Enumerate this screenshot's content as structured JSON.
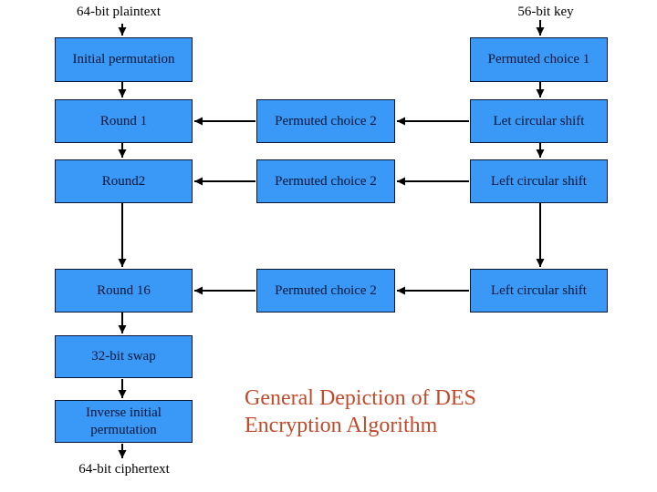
{
  "diagram": {
    "flow_labels": {
      "plaintext": "64-bit plaintext",
      "key": "56-bit key",
      "ciphertext": "64-bit ciphertext"
    },
    "boxes": {
      "initial_permutation": "Initial permutation",
      "permuted_choice_1": "Permuted choice 1",
      "round_1": "Round 1",
      "pc2_row1": "Permuted choice 2",
      "shift_row1": "Let circular shift",
      "round_2": "Round2",
      "pc2_row2": "Permuted choice 2",
      "shift_row2": "Left circular shift",
      "round_16": "Round 16",
      "pc2_row3": "Permuted choice 2",
      "shift_row3": "Left circular shift",
      "swap": "32-bit swap",
      "inverse_initial_permutation": "Inverse initial permutation"
    },
    "caption": {
      "line1": "General Depiction of DES",
      "line2": "Encryption Algorithm"
    },
    "colors": {
      "box_fill": "#3A99F7",
      "box_border": "#0A1638",
      "box_text": "#0A1638",
      "caption_text": "#C04A2B",
      "arrow": "#000000",
      "background": "#FFFFFF"
    }
  }
}
